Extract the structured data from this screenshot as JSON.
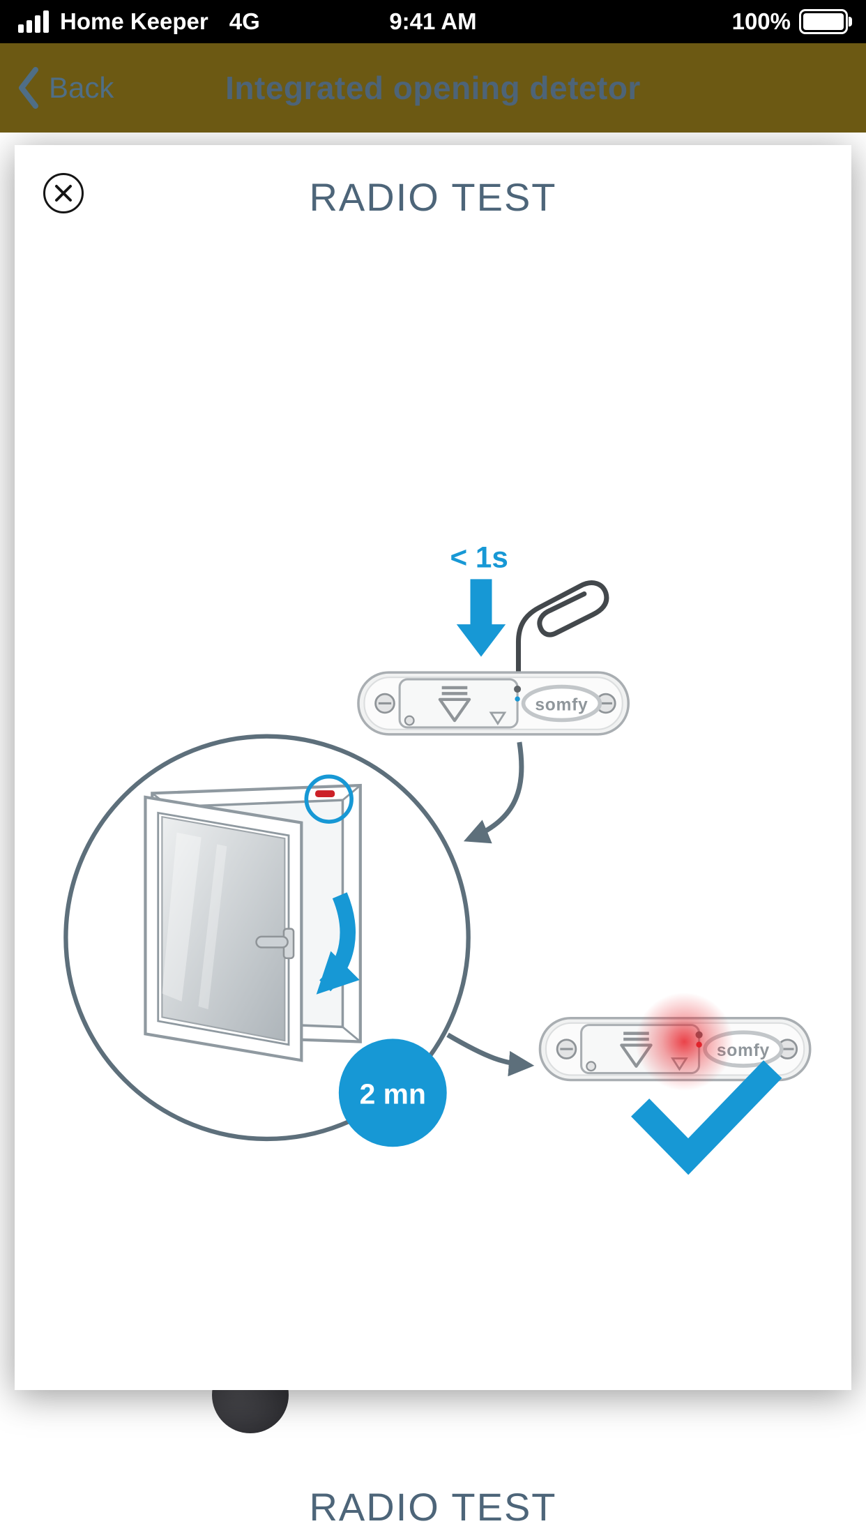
{
  "colors": {
    "accent_blue": "#1798d5",
    "steel_blue_text": "#4d6579",
    "nav_background_olive": "#6c5913",
    "flow_arrow_gray": "#5d6f7b",
    "led_red": "#d8232b"
  },
  "status_bar": {
    "carrier": "Home Keeper",
    "network": "4G",
    "time": "9:41 AM",
    "battery_percent": "100%"
  },
  "nav": {
    "back_label": "Back",
    "title": "Integrated opening detetor"
  },
  "modal": {
    "title": "RADIO TEST",
    "press_duration_label": "< 1s",
    "wait_duration_label": "2 mn",
    "device_brand": "somfy"
  },
  "background_page": {
    "title": "RADIO TEST"
  },
  "icons": {
    "signal": "signal-bars-icon",
    "battery": "battery-icon",
    "back": "chevron-left-icon",
    "close": "close-icon",
    "paperclip": "paperclip-icon",
    "check": "checkmark-icon"
  }
}
